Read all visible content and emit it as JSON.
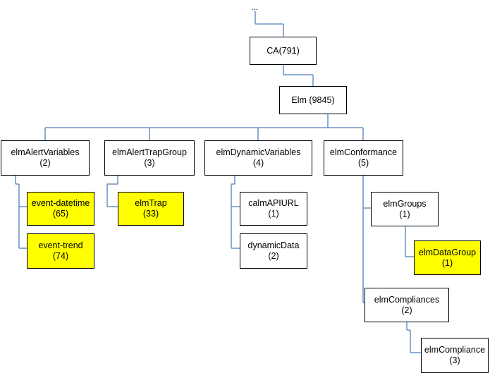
{
  "diagram": {
    "root_ellipsis": "...",
    "colors": {
      "connector": "#4f81bd",
      "leaf_fill": "#ffff00",
      "node_fill": "#ffffff",
      "border": "#000000"
    },
    "nodes": {
      "ca": {
        "name": "CA(791)",
        "num": ""
      },
      "elm": {
        "name": "Elm (9845)",
        "num": ""
      },
      "alert_vars": {
        "name": "elmAlertVariables",
        "num": "(2)"
      },
      "alert_trap_group": {
        "name": "elmAlertTrapGroup",
        "num": "(3)"
      },
      "dynamic_vars": {
        "name": "elmDynamicVariables",
        "num": "(4)"
      },
      "conformance": {
        "name": "elmConformance",
        "num": "(5)"
      },
      "event_datetime": {
        "name": "event-datetime",
        "num": "(65)"
      },
      "event_trend": {
        "name": "event-trend",
        "num": "(74)"
      },
      "elm_trap": {
        "name": "elmTrap",
        "num": "(33)"
      },
      "calm_api_url": {
        "name": "calmAPIURL",
        "num": "(1)"
      },
      "dynamic_data": {
        "name": "dynamicData",
        "num": "(2)"
      },
      "elm_groups": {
        "name": "elmGroups",
        "num": "(1)"
      },
      "elm_data_group": {
        "name": "elmDataGroup",
        "num": "(1)"
      },
      "elm_compliances": {
        "name": "elmCompliances",
        "num": "(2)"
      },
      "elm_compliance": {
        "name": "elmCompliance",
        "num": "(3)"
      }
    }
  }
}
